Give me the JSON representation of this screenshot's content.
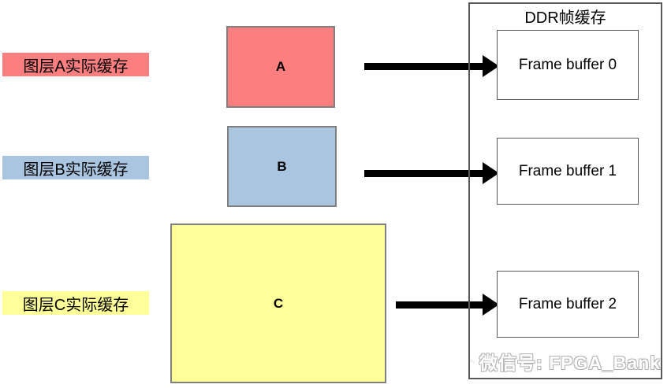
{
  "layer_labels": [
    {
      "text": "图层A实际缓存",
      "bg": "#fc7e7e"
    },
    {
      "text": "图层B实际缓存",
      "bg": "#a9c5e0"
    },
    {
      "text": "图层C实际缓存",
      "bg": "#ffff99"
    }
  ],
  "layer_boxes": [
    {
      "letter": "A",
      "bg": "#fc7e7e"
    },
    {
      "letter": "B",
      "bg": "#a9c5e0"
    },
    {
      "letter": "C",
      "bg": "#ffff99"
    }
  ],
  "ddr_panel": {
    "title": "DDR帧缓存",
    "frame_buffers": [
      {
        "label": "Frame buffer 0"
      },
      {
        "label": "Frame buffer 1"
      },
      {
        "label": "Frame buffer 2"
      }
    ]
  },
  "watermark": {
    "icon": "wechat-icon",
    "text": "微信号: FPGA_Bank"
  },
  "colors": {
    "layer_a": "#fc7e7e",
    "layer_b": "#a9c5e0",
    "layer_c": "#ffff99",
    "arrow": "#000000",
    "buffer_box_border": "#808080",
    "panel_border": "#595959",
    "watermark_gray": "#b4b4b4"
  }
}
